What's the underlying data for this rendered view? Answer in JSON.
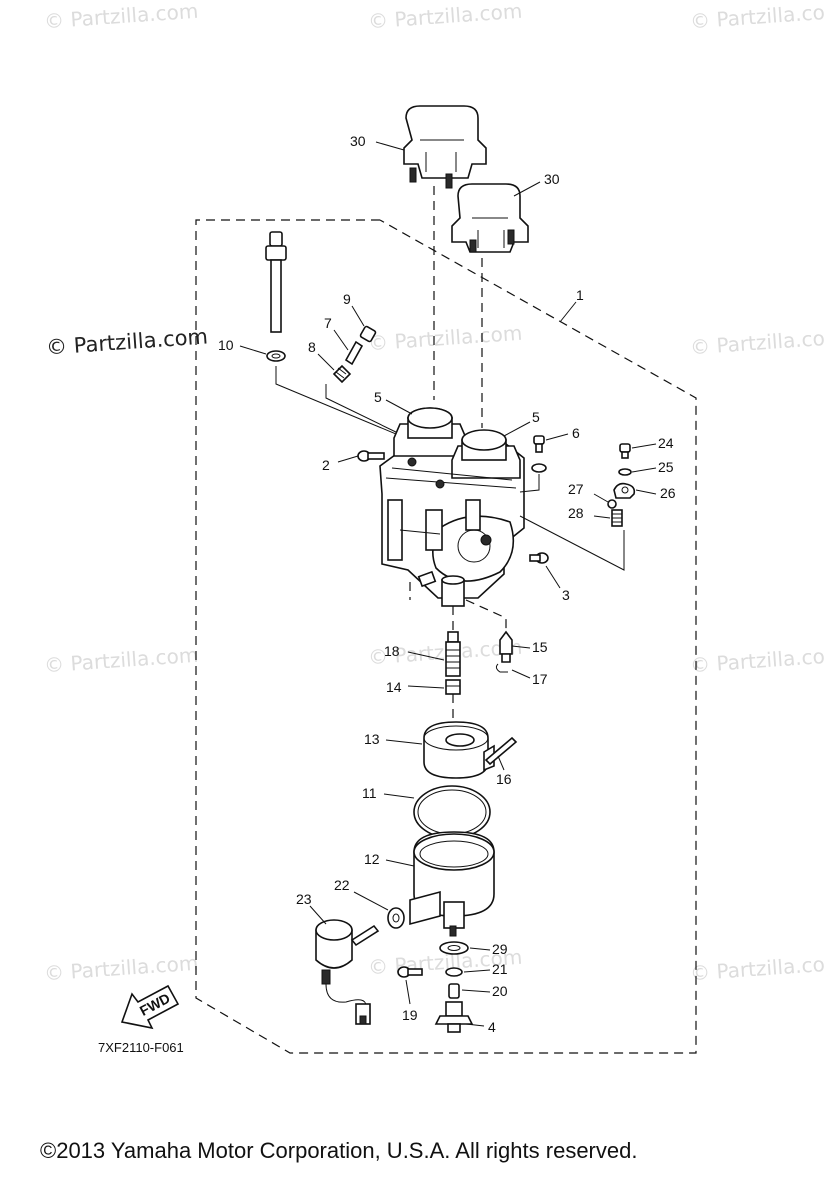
{
  "watermark": {
    "text": "© Partzilla.com"
  },
  "drawing_code": "7XF2110-F061",
  "fwd_label": "FWD",
  "copyright": "©2013  Yamaha Motor Corporation, U.S.A. All rights reserved.",
  "callouts": {
    "c30a": "30",
    "c30b": "30",
    "c1": "1",
    "c9": "9",
    "c7": "7",
    "c10": "10",
    "c8": "8",
    "c5a": "5",
    "c5b": "5",
    "c6": "6",
    "c24": "24",
    "c2": "2",
    "c25": "25",
    "c27": "27",
    "c26": "26",
    "c28": "28",
    "c3": "3",
    "c15": "15",
    "c18": "18",
    "c17": "17",
    "c14": "14",
    "c13": "13",
    "c16": "16",
    "c11": "11",
    "c12": "12",
    "c22": "22",
    "c23": "23",
    "c29": "29",
    "c21": "21",
    "c20": "20",
    "c19": "19",
    "c4": "4"
  }
}
